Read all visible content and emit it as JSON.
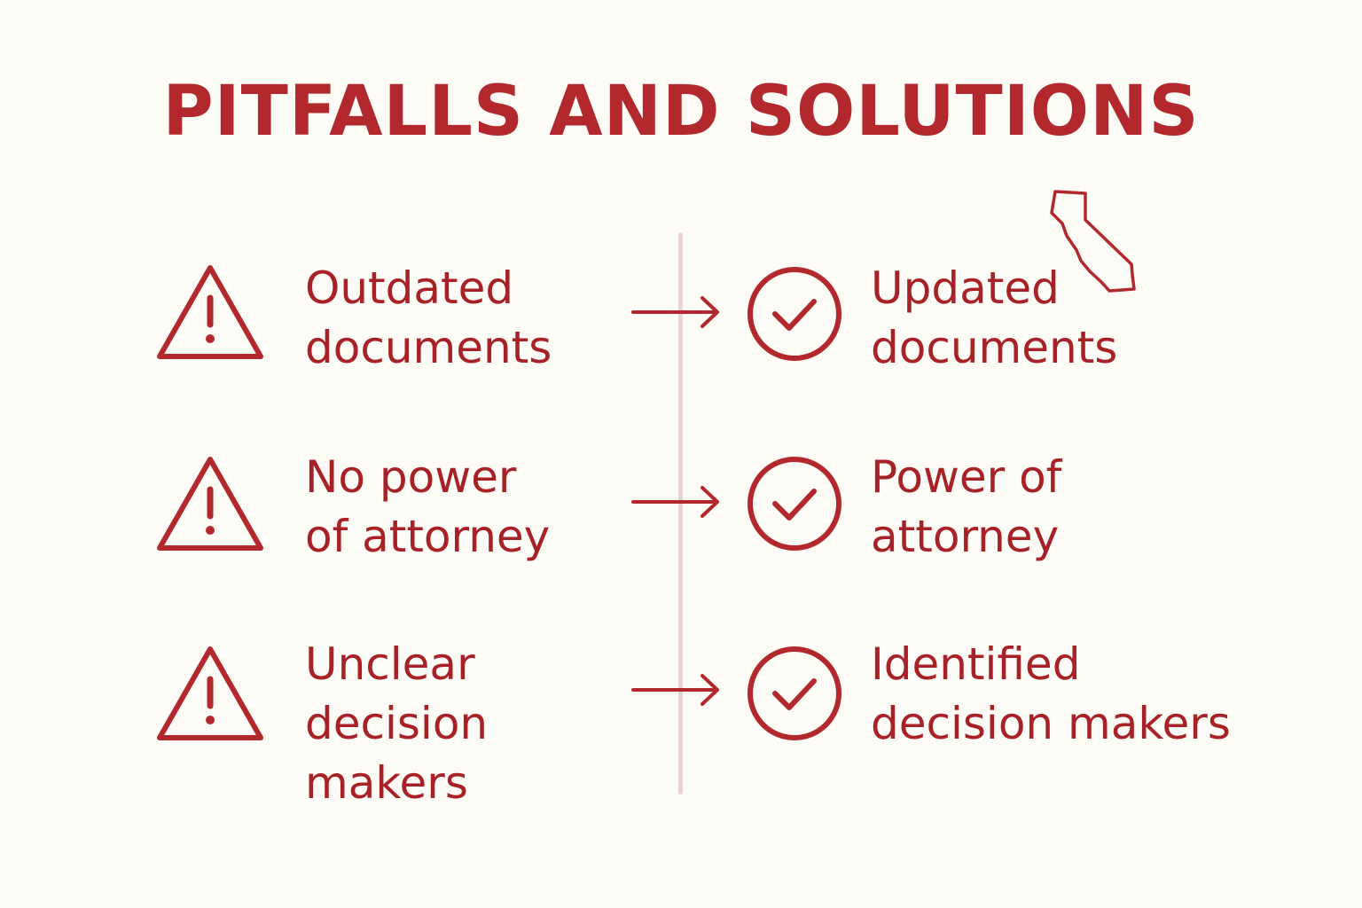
{
  "title": "PITFALLS AND SOLUTIONS",
  "colors": {
    "accent": "#b3282d",
    "text": "#a82127",
    "divider": "#ead3cf",
    "background": "#fcfbf6"
  },
  "icons": {
    "pitfall": "warning-triangle-icon",
    "connector": "arrow-right-icon",
    "solution": "check-circle-icon",
    "decoration": "california-outline-icon"
  },
  "rows": [
    {
      "pitfall": [
        "Outdated",
        "documents"
      ],
      "solution": [
        "Updated",
        "documents"
      ]
    },
    {
      "pitfall": [
        "No power",
        "of attorney"
      ],
      "solution": [
        "Power of",
        "attorney"
      ]
    },
    {
      "pitfall": [
        "Unclear",
        "decision",
        "makers"
      ],
      "solution": [
        "Identified",
        "decision makers"
      ]
    }
  ]
}
